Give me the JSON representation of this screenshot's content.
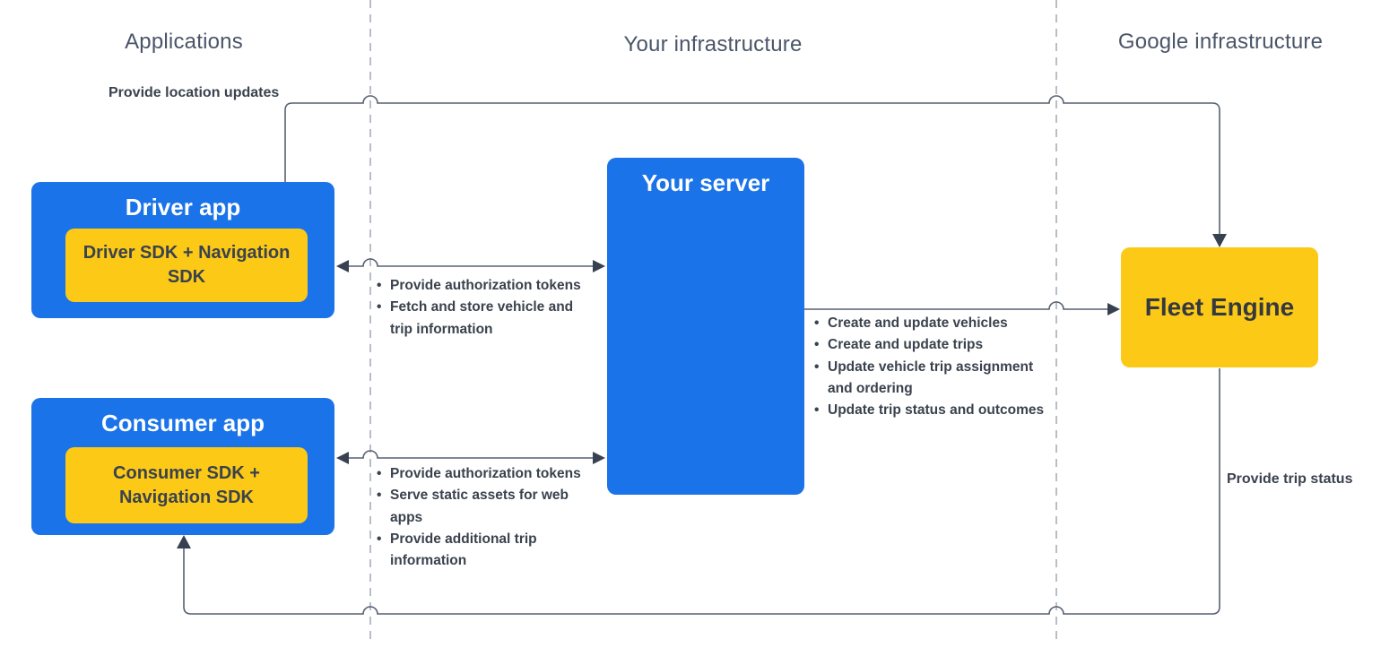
{
  "columns": [
    {
      "label": "Applications"
    },
    {
      "label": "Your infrastructure"
    },
    {
      "label": "Google infrastructure"
    }
  ],
  "nodes": {
    "driver_app": {
      "title": "Driver app",
      "sdk": "Driver SDK + Navigation SDK"
    },
    "consumer_app": {
      "title": "Consumer app",
      "sdk": "Consumer SDK + Navigation SDK"
    },
    "your_server": {
      "title": "Your server"
    },
    "fleet_engine": {
      "title": "Fleet Engine"
    }
  },
  "edges": {
    "driver_to_fleet": {
      "label": "Provide location updates"
    },
    "fleet_to_consumer": {
      "label": "Provide trip status"
    },
    "driver_server": {
      "bullets": [
        "Provide authorization tokens",
        "Fetch and store vehicle and trip information"
      ]
    },
    "consumer_server": {
      "bullets": [
        "Provide authorization tokens",
        "Serve static assets for web apps",
        "Provide additional trip information"
      ]
    },
    "server_fleet": {
      "bullets": [
        "Create and update vehicles",
        "Create and update trips",
        "Update vehicle trip assignment and ordering",
        "Update trip status and outcomes"
      ]
    }
  },
  "colors": {
    "blue": "#1a73e8",
    "yellow": "#fcc917",
    "line": "#566070",
    "arrow": "#38414f",
    "dashed": "#b8bec7",
    "heading_text": "#4a5568",
    "dark_text": "#3a424d",
    "white_text": "#ffffff",
    "bg": "#ffffff"
  }
}
